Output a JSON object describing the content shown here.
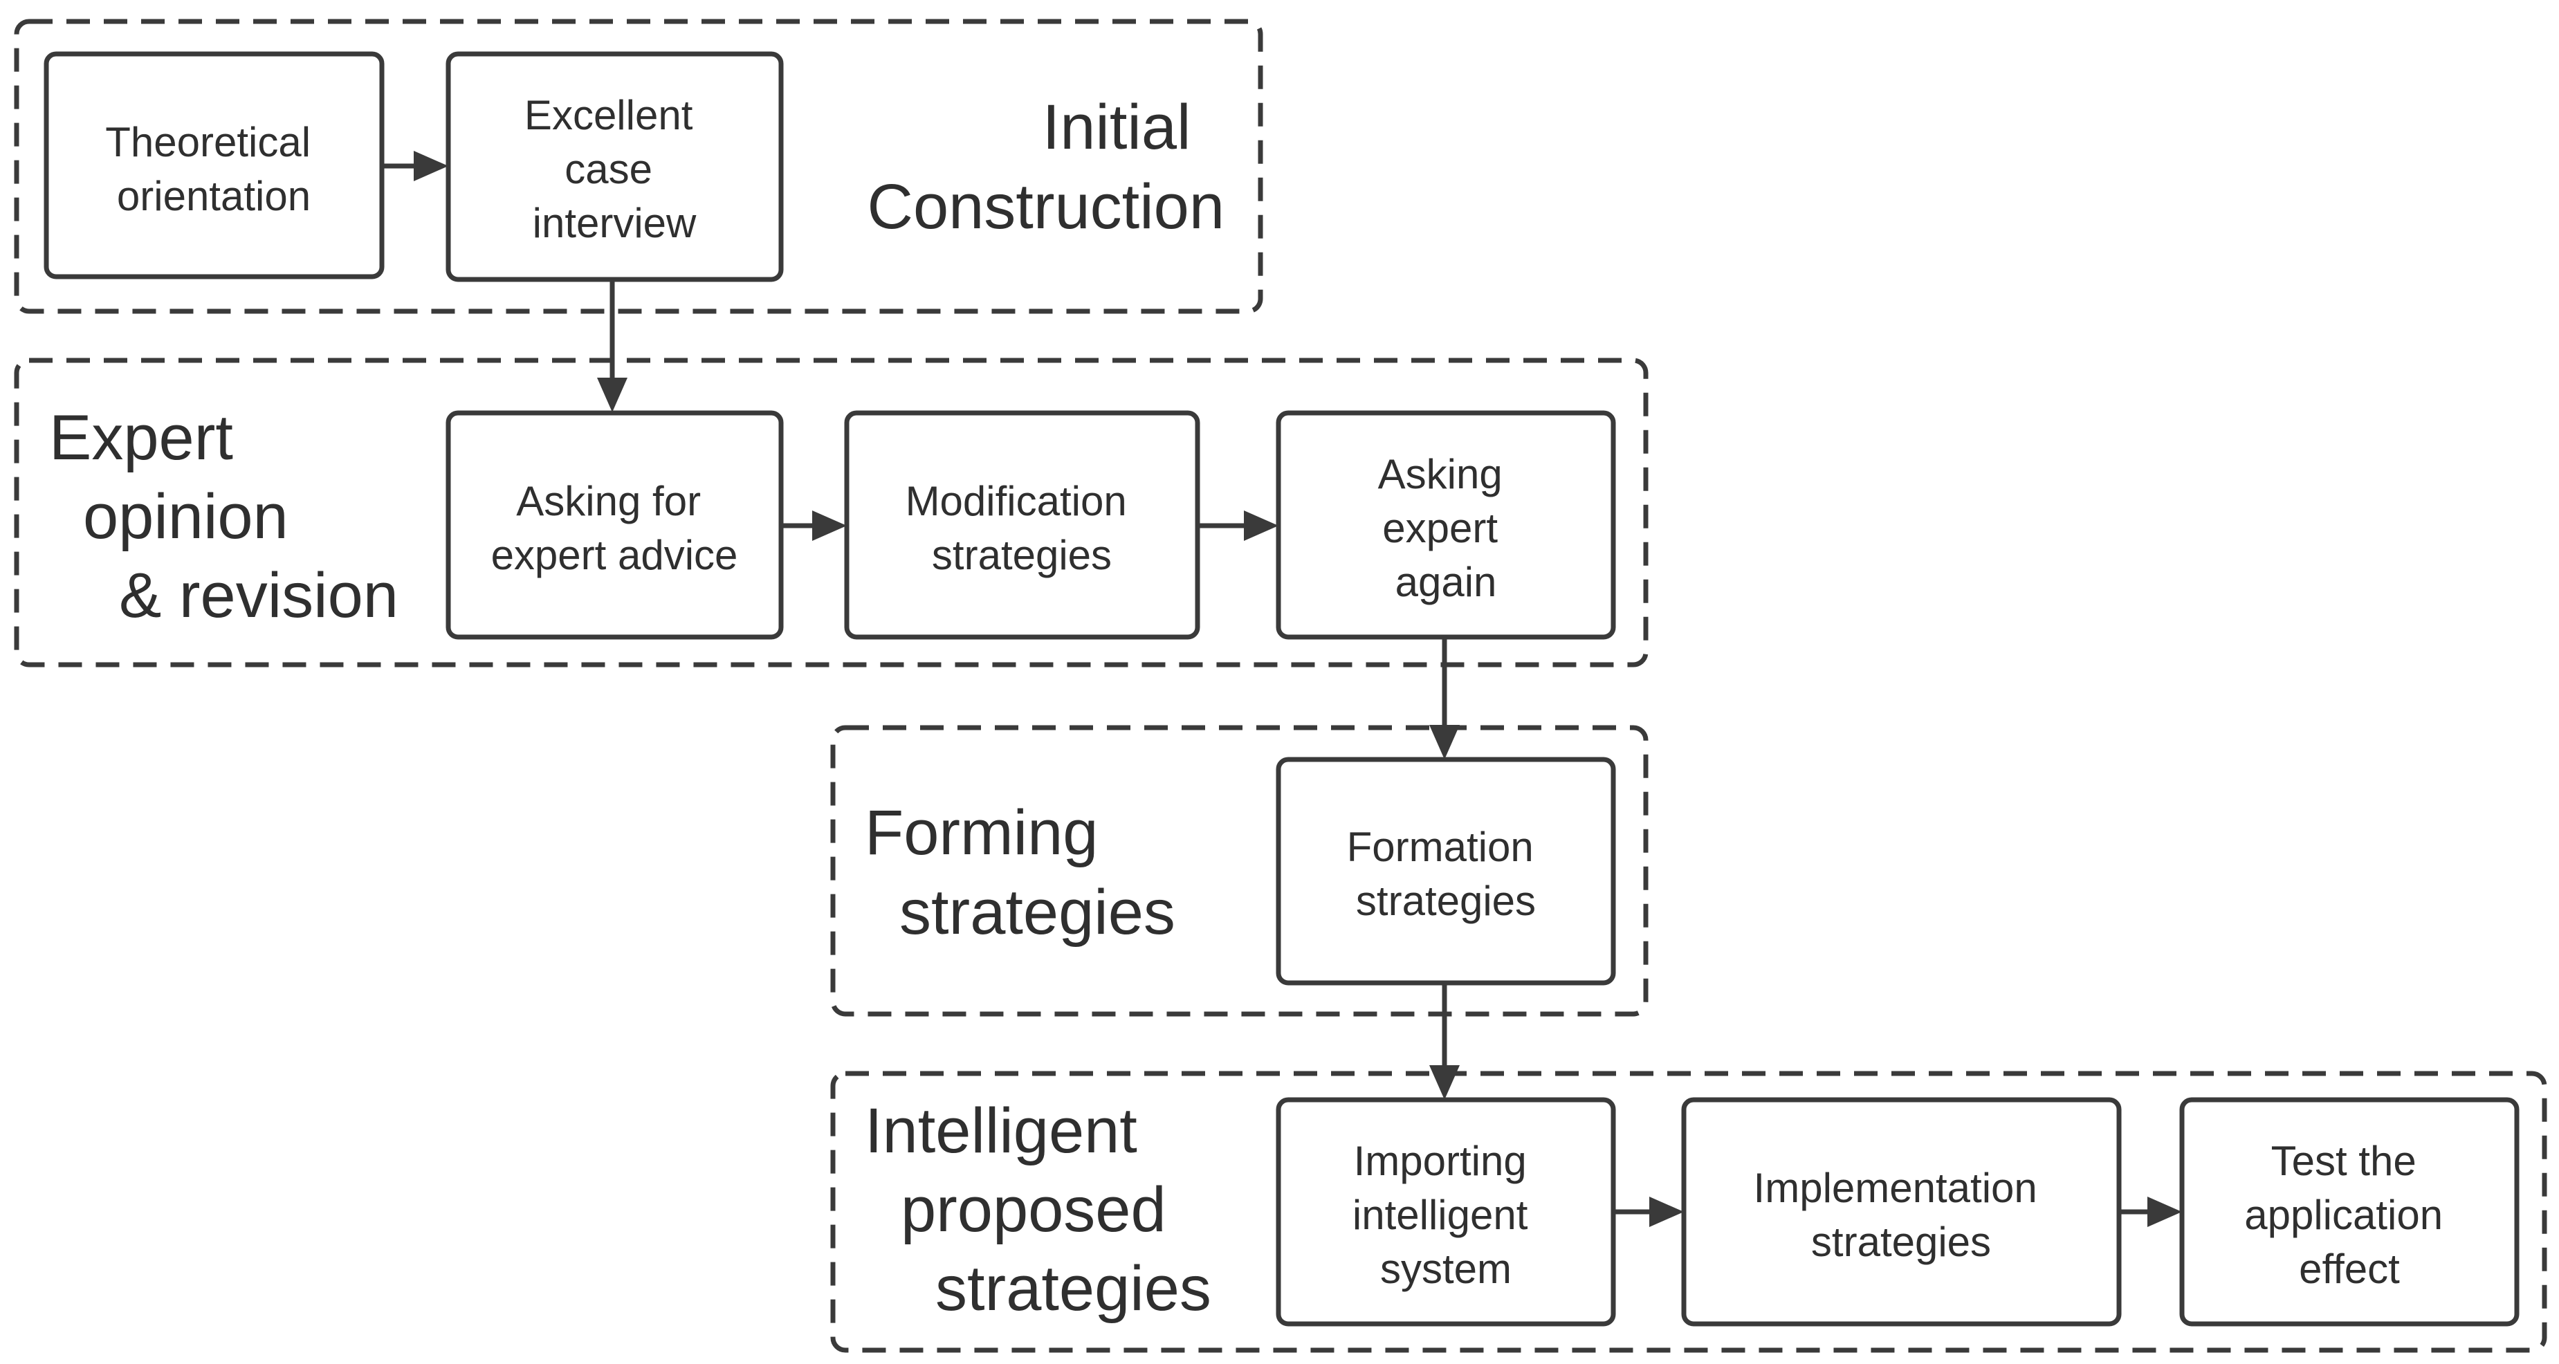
{
  "groups": {
    "initial": {
      "label": [
        "Initial",
        "Construction"
      ]
    },
    "expert": {
      "label": [
        "Expert",
        "opinion",
        "& revision"
      ]
    },
    "forming": {
      "label": [
        "Forming",
        "strategies"
      ]
    },
    "intelligent": {
      "label": [
        "Intelligent",
        "proposed",
        "strategies"
      ]
    }
  },
  "steps": {
    "theoretical": {
      "label": [
        "Theoretical",
        "orientation"
      ]
    },
    "excellent": {
      "label": [
        "Excellent",
        "case",
        "interview"
      ]
    },
    "asking_advice": {
      "label": [
        "Asking for",
        "expert advice"
      ]
    },
    "modification": {
      "label": [
        "Modification",
        "strategies"
      ]
    },
    "asking_again": {
      "label": [
        "Asking",
        "expert",
        "again"
      ]
    },
    "formation": {
      "label": [
        "Formation",
        "strategies"
      ]
    },
    "importing": {
      "label": [
        "Importing",
        "intelligent",
        "system"
      ]
    },
    "implementation": {
      "label": [
        "Implementation",
        "strategies"
      ]
    },
    "test": {
      "label": [
        "Test the",
        "application",
        "effect"
      ]
    }
  }
}
